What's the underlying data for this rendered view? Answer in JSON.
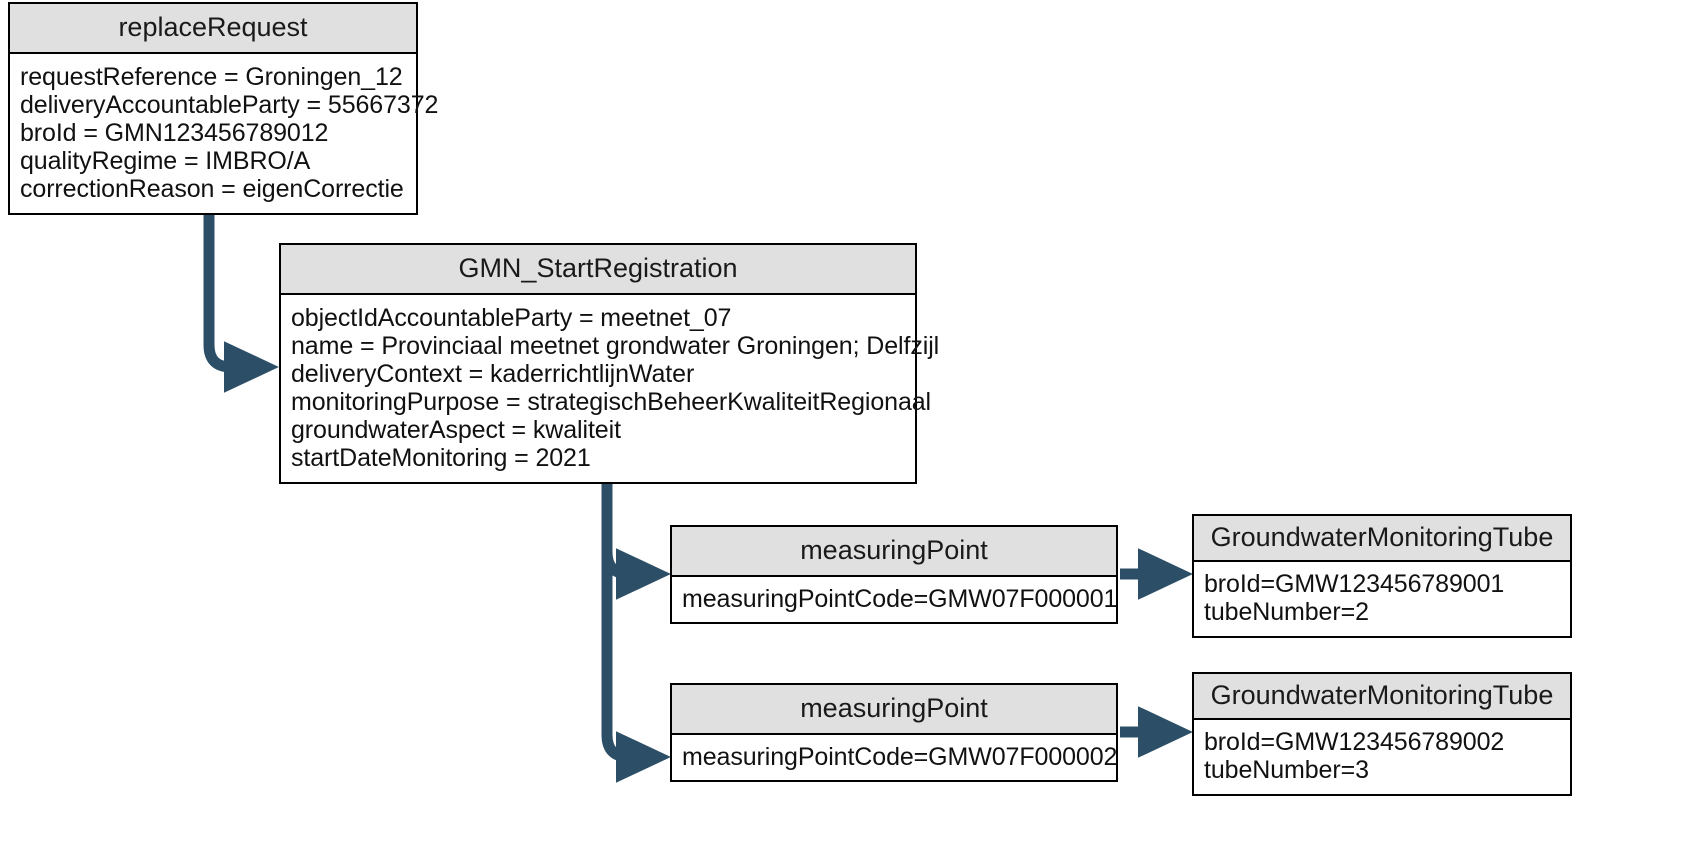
{
  "diagram": {
    "title": "GMN replaceRequest object diagram",
    "colors": {
      "connector": "#2C4F67",
      "header_fill": "#E0E0E0",
      "body_fill": "#FFFFFF",
      "border": "#000000",
      "text": "#111111"
    }
  },
  "nodes": {
    "replace_request": {
      "header": "replaceRequest",
      "attributes": [
        "requestReference = Groningen_12",
        "deliveryAccountableParty = 55667372",
        "broId = GMN123456789012",
        "qualityRegime = IMBRO/A",
        "correctionReason = eigenCorrectie"
      ]
    },
    "gmn_start_registration": {
      "header": "GMN_StartRegistration",
      "attributes": [
        "objectIdAccountableParty = meetnet_07",
        "name = Provinciaal meetnet grondwater Groningen; Delfzijl",
        "deliveryContext = kaderrichtlijnWater",
        "monitoringPurpose = strategischBeheerKwaliteitRegionaal",
        "groundwaterAspect = kwaliteit",
        "startDateMonitoring = 2021"
      ]
    },
    "measuring_point_1": {
      "header": "measuringPoint",
      "attributes": [
        "measuringPointCode=GMW07F000001"
      ]
    },
    "measuring_point_2": {
      "header": "measuringPoint",
      "attributes": [
        "measuringPointCode=GMW07F000002"
      ]
    },
    "monitoring_tube_1": {
      "header": "GroundwaterMonitoringTube",
      "attributes": [
        "broId=GMW123456789001",
        "tubeNumber=2"
      ]
    },
    "monitoring_tube_2": {
      "header": "GroundwaterMonitoringTube",
      "attributes": [
        "broId=GMW123456789002",
        "tubeNumber=3"
      ]
    }
  },
  "connectors": [
    {
      "name": "replace-request-to-gmn-start",
      "from": "replace_request",
      "to": "gmn_start_registration",
      "style": "elbow-down-right-arrow"
    },
    {
      "name": "gmn-start-to-measuring-point-1",
      "from": "gmn_start_registration",
      "to": "measuring_point_1",
      "style": "trunk-branch-right-arrow"
    },
    {
      "name": "gmn-start-to-measuring-point-2",
      "from": "gmn_start_registration",
      "to": "measuring_point_2",
      "style": "trunk-branch-right-arrow"
    },
    {
      "name": "measuring-point-1-to-monitoring-tube-1",
      "from": "measuring_point_1",
      "to": "monitoring_tube_1",
      "style": "straight-right-arrow"
    },
    {
      "name": "measuring-point-2-to-monitoring-tube-2",
      "from": "measuring_point_2",
      "to": "monitoring_tube_2",
      "style": "straight-right-arrow"
    }
  ]
}
